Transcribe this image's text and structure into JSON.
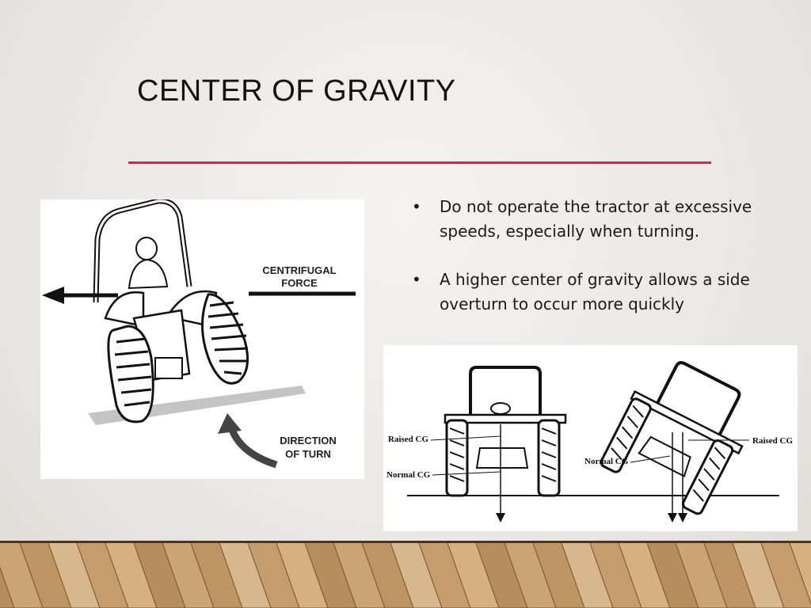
{
  "slide": {
    "title": "CENTER OF GRAVITY",
    "accent_color": "#c0314e",
    "bullets": [
      "Do not operate the tractor at excessive speeds, especially when turning.",
      "A higher center of gravity allows a side overturn to occur more quickly"
    ]
  },
  "figure_turn": {
    "label_force_1": "CENTRIFUGAL",
    "label_force_2": "FORCE",
    "label_turn_1": "DIRECTION",
    "label_turn_2": "OF TURN"
  },
  "figure_cg": {
    "raised_left": "Raised CG",
    "normal_left": "Normal CG",
    "normal_right": "Normal CG",
    "raised_right": "Raised CG"
  }
}
